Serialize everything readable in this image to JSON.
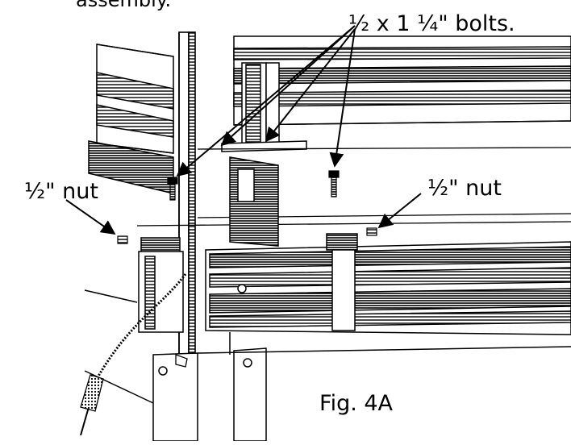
{
  "labels": {
    "assembly": "assembly.",
    "bolts": "½ x 1 ¼\" bolts.",
    "nut_left": "½\" nut",
    "nut_right": "½\" nut",
    "figure": "Fig. 4A"
  },
  "colors": {
    "line": "#000000",
    "background": "#ffffff",
    "shading": "#555555"
  }
}
